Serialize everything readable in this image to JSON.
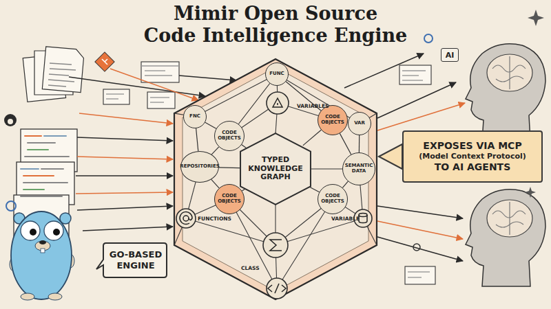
{
  "diagram": {
    "title": "Mimir Open Source Code Intelligence Engine",
    "nodes": [
      {
        "text": [
          "FUNC"
        ]
      },
      {
        "text": [
          "AI"
        ]
      },
      {
        "text": [
          "FNC"
        ]
      },
      {
        "text": [
          "CODE OBJECTS"
        ]
      },
      {
        "text": [
          "CODE OBJECTS"
        ]
      },
      {
        "text": [
          "VAR"
        ]
      },
      {
        "text": [
          "EXPOSES VIA MCP (Model Context Protocol) TO AI AGENTS"
        ]
      },
      {
        "text": [
          "REPOSITORIES"
        ]
      },
      {
        "text": [
          "TYPED KNOWLEDGE GRAPH"
        ]
      },
      {
        "text": [
          "SEMANTIC DATA"
        ]
      },
      {
        "text": [
          "CODE OBJECTS"
        ]
      },
      {
        "text": [
          "CODE OBJECTS"
        ]
      },
      {
        "text": [
          "GO-BASED ENGINE"
        ]
      }
    ],
    "edges": [
      {
        "from": 0,
        "to": 3,
        "arrow": "none"
      },
      {
        "from": 0,
        "to": 4,
        "arrow": "none"
      },
      {
        "from": 2,
        "to": 3,
        "arrow": "none"
      },
      {
        "from": 2,
        "to": 7,
        "arrow": "none"
      },
      {
        "from": 3,
        "to": 7,
        "arrow": "none"
      },
      {
        "from": 3,
        "to": 8,
        "arrow": "none"
      },
      {
        "from": 4,
        "to": 8,
        "arrow": "none"
      },
      {
        "from": 5,
        "to": 4,
        "arrow": "none"
      },
      {
        "from": 5,
        "to": 9,
        "arrow": "none"
      },
      {
        "from": 4,
        "to": 9,
        "arrow": "none"
      },
      {
        "from": 7,
        "to": 8,
        "arrow": "none"
      },
      {
        "from": 9,
        "to": 8,
        "arrow": "none"
      },
      {
        "from": 7,
        "to": 10,
        "arrow": "none"
      },
      {
        "from": 10,
        "to": 8,
        "arrow": "none"
      },
      {
        "from": 9,
        "to": 11,
        "arrow": "none"
      },
      {
        "from": 11,
        "to": 8,
        "arrow": "none"
      }
    ],
    "labels": [
      "VARIABLES",
      "FUNCTIONS",
      "VARIABLE",
      "CLASS"
    ]
  }
}
